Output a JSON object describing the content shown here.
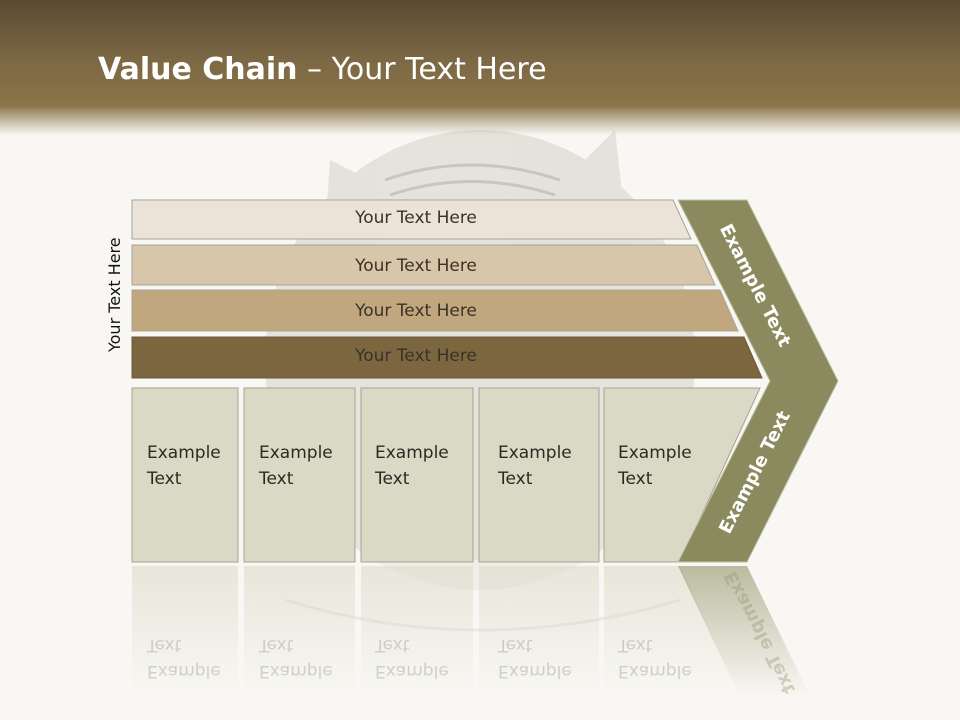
{
  "slide": {
    "title_bold": "Value Chain",
    "title_rest": " – Your Text Here",
    "side_label": "Your Text Here"
  },
  "bars": [
    {
      "label": "Your Text Here",
      "color": "#ebe3d7"
    },
    {
      "label": "Your Text Here",
      "color": "#d7c6aa"
    },
    {
      "label": "Your Text Here",
      "color": "#c1a77d"
    },
    {
      "label": "Your Text Here",
      "color": "#7c6640"
    }
  ],
  "cells": [
    {
      "line1": "Example",
      "line2": "Text"
    },
    {
      "line1": "Example",
      "line2": "Text"
    },
    {
      "line1": "Example",
      "line2": "Text"
    },
    {
      "line1": "Example",
      "line2": "Text"
    },
    {
      "line1": "Example",
      "line2": "Text"
    }
  ],
  "arrow": {
    "upper_label": "Example Text",
    "lower_label": "Example Text",
    "color": "#8a8a5e"
  },
  "colors": {
    "header": "#7c6844",
    "cell_fill": "#d9d9c6",
    "cell_border": "#a4a494"
  }
}
